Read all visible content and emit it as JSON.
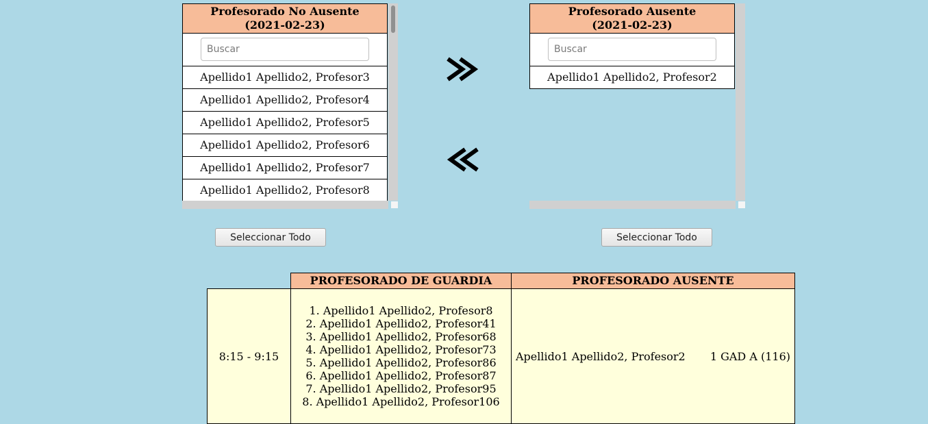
{
  "left_panel": {
    "title_line1": "Profesorado No Ausente",
    "title_line2": "(2021-02-23)",
    "search_placeholder": "Buscar",
    "items": [
      "Apellido1 Apellido2, Profesor3",
      "Apellido1 Apellido2, Profesor4",
      "Apellido1 Apellido2, Profesor5",
      "Apellido1 Apellido2, Profesor6",
      "Apellido1 Apellido2, Profesor7",
      "Apellido1 Apellido2, Profesor8"
    ],
    "select_all_label": "Seleccionar Todo"
  },
  "right_panel": {
    "title_line1": "Profesorado Ausente",
    "title_line2": "(2021-02-23)",
    "search_placeholder": "Buscar",
    "items": [
      "Apellido1 Apellido2, Profesor2"
    ],
    "select_all_label": "Seleccionar Todo"
  },
  "controls": {
    "move_right_icon": "double-chevron-right-icon",
    "move_left_icon": "double-chevron-left-icon"
  },
  "schedule": {
    "headers": {
      "guard": "PROFESORADO DE GUARDIA",
      "absent": "PROFESORADO AUSENTE"
    },
    "rows": [
      {
        "time": "8:15 - 9:15",
        "guard_list": [
          "1. Apellido1 Apellido2, Profesor8",
          "2. Apellido1 Apellido2, Profesor41",
          "3. Apellido1 Apellido2, Profesor68",
          "4. Apellido1 Apellido2, Profesor73",
          "5. Apellido1 Apellido2, Profesor86",
          "6. Apellido1 Apellido2, Profesor87",
          "7. Apellido1 Apellido2, Profesor95",
          "8. Apellido1 Apellido2, Profesor106"
        ],
        "absent_name": "Apellido1 Apellido2, Profesor2",
        "absent_group": "1 GAD A (116)"
      }
    ]
  },
  "colors": {
    "background": "#add8e6",
    "header": "#f7bc99",
    "table_cell": "#ffffdc"
  }
}
